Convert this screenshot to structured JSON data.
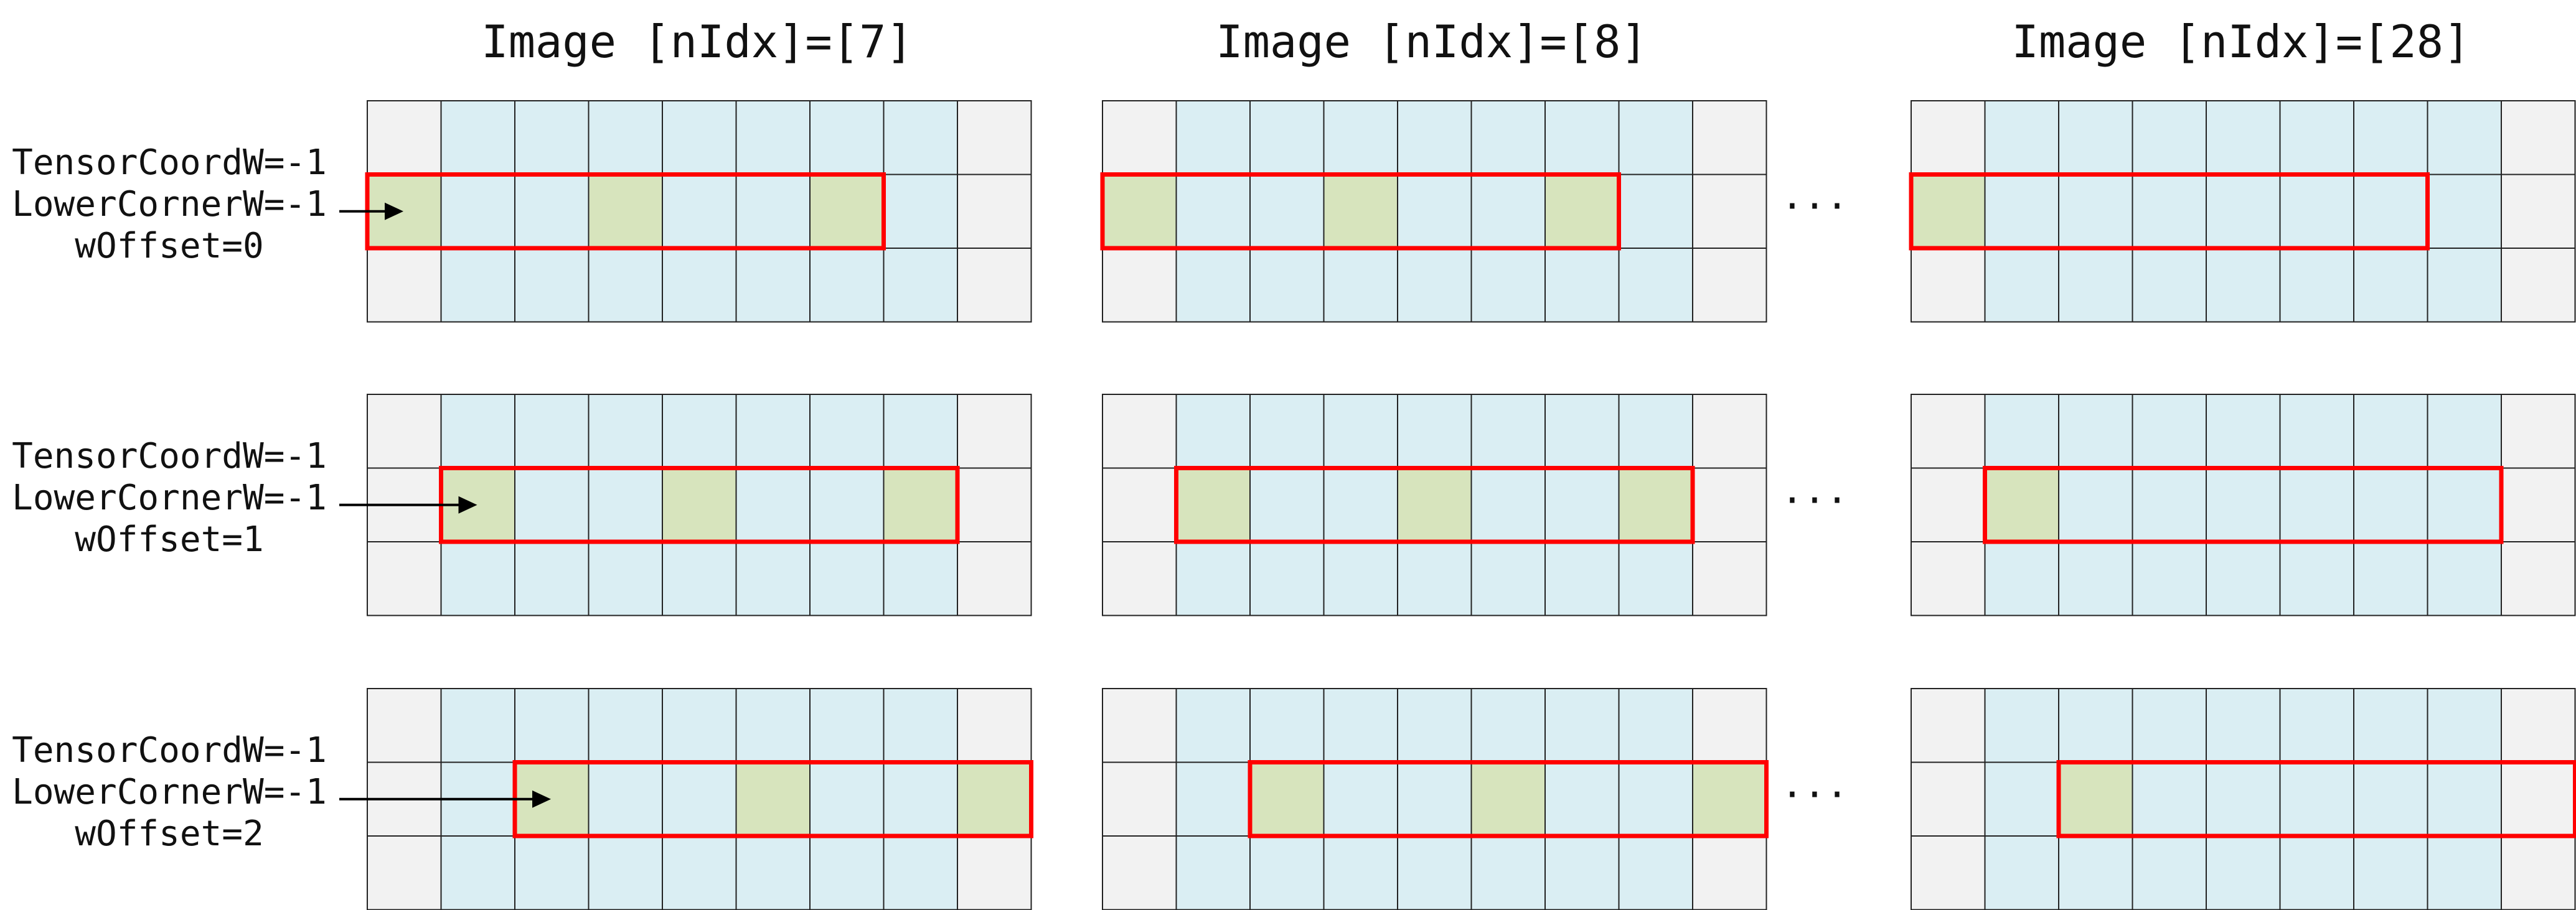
{
  "titles": [
    "Image [nIdx]=[7]",
    "Image [nIdx]=[8]",
    "Image [nIdx]=[28]"
  ],
  "ellipsis": "···",
  "rows": [
    {
      "lines": [
        "TensorCoordW=-1",
        "LowerCornerW=-1",
        "wOffset=0"
      ]
    },
    {
      "lines": [
        "TensorCoordW=-1",
        "LowerCornerW=-1",
        "wOffset=1"
      ]
    },
    {
      "lines": [
        "TensorCoordW=-1",
        "LowerCornerW=-1",
        "wOffset=2"
      ]
    }
  ],
  "grid": {
    "rows": 3,
    "cols": 9,
    "padding_columns": [
      0,
      8
    ],
    "window_row": 1,
    "window_width_cells": 7,
    "window_start_col_by_row": [
      0,
      1,
      2
    ],
    "sampled_offsets_by_image": [
      [
        0,
        3,
        6
      ],
      [
        0,
        3,
        6
      ],
      [
        0
      ]
    ]
  },
  "colors": {
    "padding": "#f2f2f2",
    "image": "#daeef3",
    "sampled": "#d7e4bd",
    "window": "#ff0000",
    "gridline": "#222222"
  }
}
